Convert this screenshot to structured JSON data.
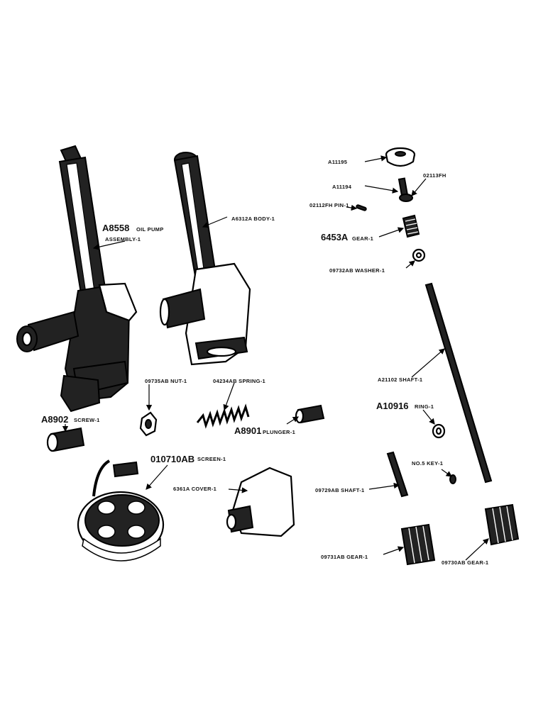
{
  "labels": {
    "a11195": "A11195",
    "a11194": "A11194",
    "p02113fh": "02113FH",
    "p02112fh": "02112FH PIN-1",
    "p6453a_num": "6453A",
    "p6453a_desc": "GEAR-1",
    "p09732ab": "09732AB WASHER-1",
    "a8558_num": "A8558",
    "a8558_desc1": "OIL PUMP",
    "a8558_desc2": "ASSEMBLY-1",
    "a6312a": "A6312A BODY-1",
    "a21102": "A21102 SHAFT-1",
    "a10916_num": "A10916",
    "a10916_desc": "RING-1",
    "p09735ab": "09735AB NUT-1",
    "p04234ab": "04234AB SPRING-1",
    "a8901_num": "A8901",
    "a8901_desc": "PLUNGER-1",
    "a8902_num": "A8902",
    "a8902_desc": "SCREW-1",
    "p010710ab_num": "010710AB",
    "p010710ab_desc": "SCREEN-1",
    "p6361a": "6361A COVER-1",
    "key": "NO.5 KEY-1",
    "p09729ab": "09729AB SHAFT-1",
    "p09731ab": "09731AB GEAR-1",
    "p09730ab": "09730AB GEAR-1"
  }
}
